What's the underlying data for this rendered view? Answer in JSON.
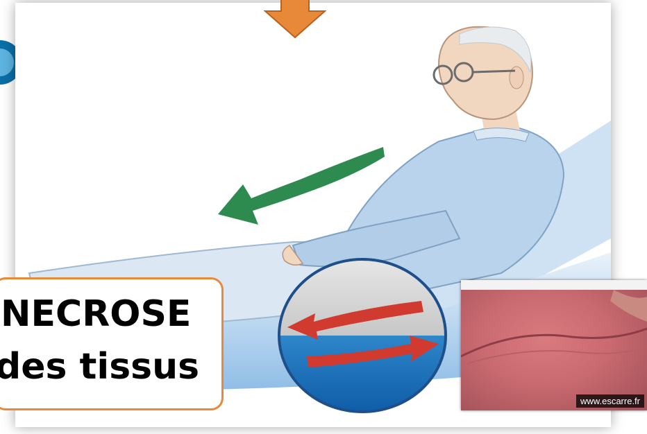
{
  "label": {
    "line1": "NECROSE",
    "line2": "des tissus"
  },
  "photo": {
    "watermark": "www.escarre.fr"
  },
  "colors": {
    "accent_orange": "#e8893a",
    "arrow_green": "#2e8b4f",
    "arrow_red": "#d13a2e",
    "shirt_blue": "#b9d3ec"
  }
}
